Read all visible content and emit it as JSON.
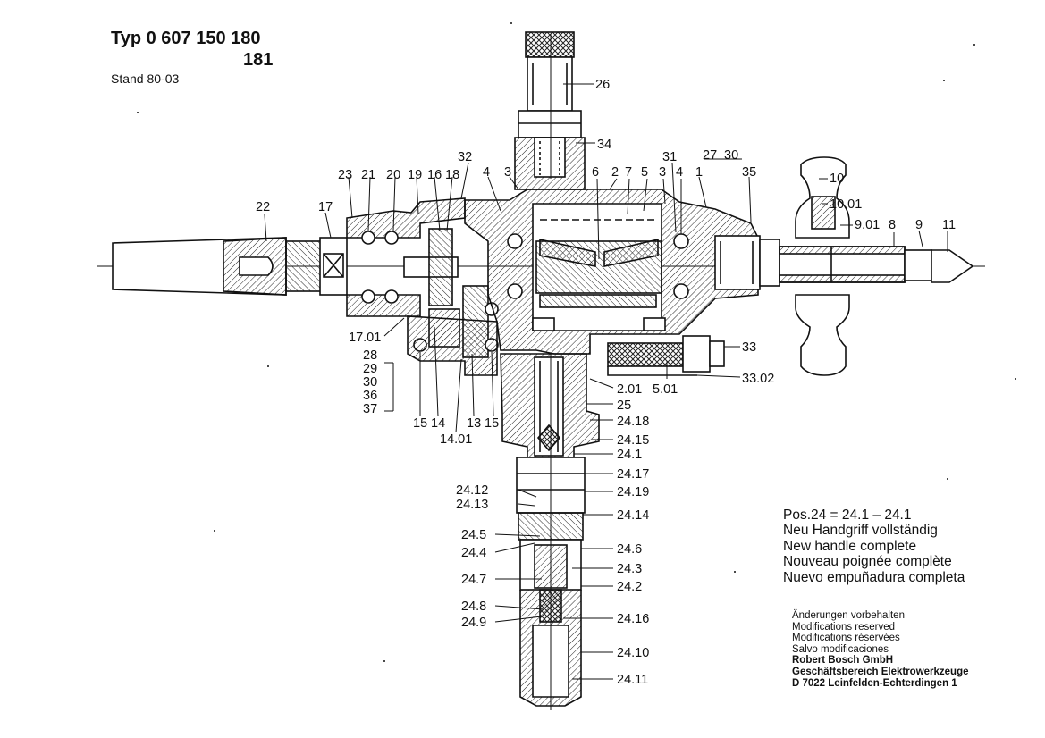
{
  "header": {
    "type_line": "Typ 0 607 150 180",
    "type_line2": "181",
    "stand": "Stand 80-03"
  },
  "position_note": {
    "lines": [
      "Pos.24 = 24.1 – 24.1",
      "Neu Handgriff vollständig",
      "New handle complete",
      "Nouveau poignée complète",
      "Nuevo empuñadura completa"
    ]
  },
  "legal": {
    "lines": [
      "Änderungen vorbehalten",
      "Modifications reserved",
      "Modifications réservées",
      "Salvo modificaciones"
    ],
    "company": [
      "Robert Bosch GmbH",
      "Geschäftsbereich Elektrowerkzeuge",
      "D 7022 Leinfelden-Echterdingen 1"
    ]
  },
  "part_labels": {
    "p26": "26",
    "p34": "34",
    "p32": "32",
    "p4a": "4",
    "p3a": "3",
    "p6": "6",
    "p2": "2",
    "p7": "7",
    "p5": "5",
    "p31": "31",
    "p3b": "3",
    "p4b": "4",
    "p27": "27",
    "p30a": "30",
    "p1": "1",
    "p35": "35",
    "p23": "23",
    "p21": "21",
    "p20": "20",
    "p19": "19",
    "p16": "16",
    "p18": "18",
    "p22": "22",
    "p17": "17",
    "p10": "10",
    "p10_01": "10.01",
    "p9_01": "9.01",
    "p8": "8",
    "p9": "9",
    "p11": "11",
    "p17_01": "17.01",
    "p28": "28",
    "p29": "29",
    "p30b": "30",
    "p36": "36",
    "p37": "37",
    "p15a": "15",
    "p14": "14",
    "p14_01": "14.01",
    "p13": "13",
    "p15b": "15",
    "p33": "33",
    "p33_02": "33.02",
    "p5_01": "5.01",
    "p2_01": "2.01",
    "p25": "25",
    "p24_18": "24.18",
    "p24_15": "24.15",
    "p24_1": "24.1",
    "p24_17": "24.17",
    "p24_12": "24.12",
    "p24_19": "24.19",
    "p24_13": "24.13",
    "p24_14": "24.14",
    "p24_5": "24.5",
    "p24_6": "24.6",
    "p24_4": "24.4",
    "p24_3": "24.3",
    "p24_7": "24.7",
    "p24_2": "24.2",
    "p24_8": "24.8",
    "p24_16": "24.16",
    "p24_9": "24.9",
    "p24_10": "24.10",
    "p24_11": "24.11"
  }
}
